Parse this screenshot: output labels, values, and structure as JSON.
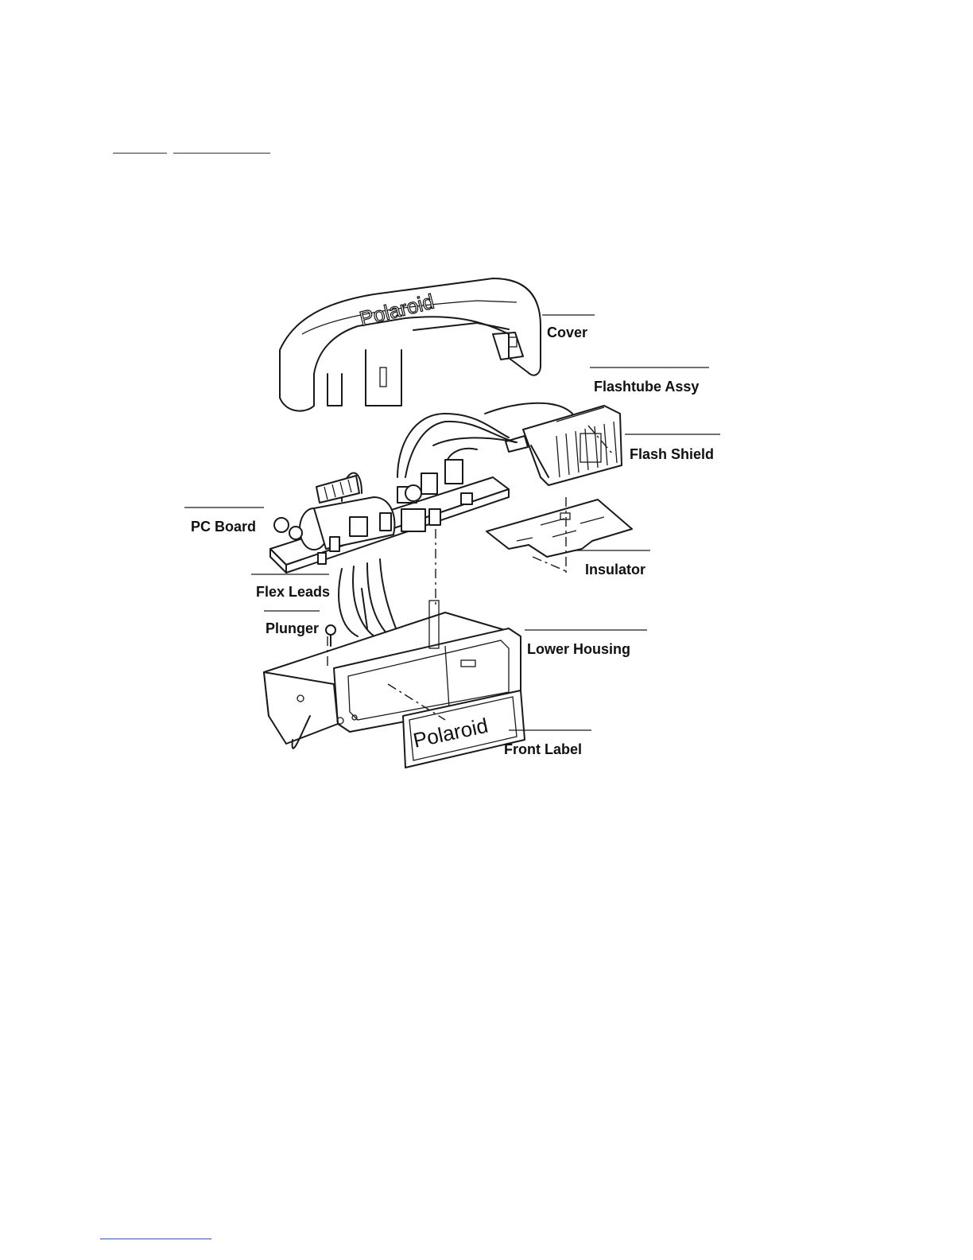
{
  "labels": {
    "cover": "Cover",
    "flashtube_assy": "Flashtube Assy",
    "flash_shield": "Flash Shield",
    "pc_board": "PC Board",
    "insulator": "Insulator",
    "flex_leads": "Flex Leads",
    "plunger": "Plunger",
    "lower_housing": "Lower Housing",
    "front_label": "Front Label"
  },
  "brand": {
    "cover_logo": "Polaroid",
    "label_logo": "Polaroid"
  }
}
